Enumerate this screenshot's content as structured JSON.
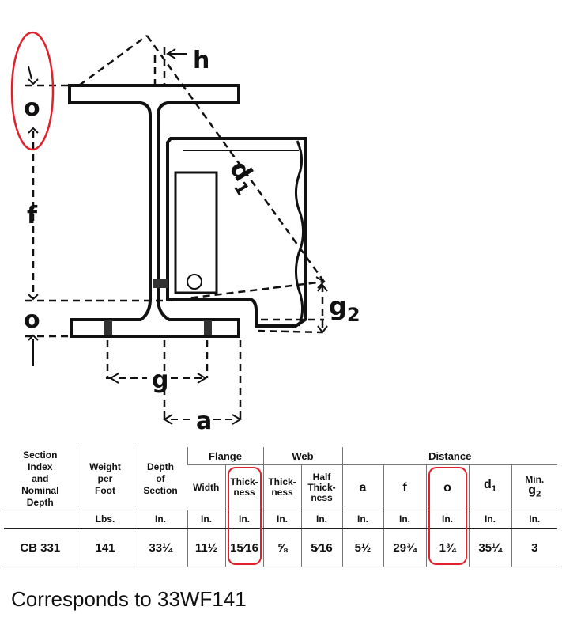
{
  "diagram": {
    "labels": {
      "h": "h",
      "o_top": "o",
      "f": "f",
      "o_bottom": "o",
      "d1": "d",
      "d1_sub": "1",
      "g2": "g",
      "g2_sub": "2",
      "g": "g",
      "a": "a"
    },
    "highlight_color": "#e0202a"
  },
  "table": {
    "group_headers": {
      "flange": "Flange",
      "web": "Web",
      "distance": "Distance"
    },
    "headers": {
      "section_index": [
        "Section",
        "Index",
        "and",
        "Nominal",
        "Depth"
      ],
      "weight": [
        "Weight",
        "per",
        "Foot"
      ],
      "depth": [
        "Depth",
        "of",
        "Section"
      ],
      "flange_width": "Width",
      "flange_thickness": [
        "Thick-",
        "ness"
      ],
      "web_thickness": [
        "Thick-",
        "ness"
      ],
      "web_half_thickness": [
        "Half",
        "Thick-",
        "ness"
      ],
      "a": "a",
      "f": "f",
      "o": "o",
      "d1": "d",
      "d1_sub": "1",
      "min_g2": "Min.",
      "min_g2_label": "g",
      "min_g2_sub": "2"
    },
    "units": {
      "weight": "Lbs.",
      "depth": "In.",
      "flange_width": "In.",
      "flange_thickness": "In.",
      "web_thickness": "In.",
      "web_half_thickness": "In.",
      "a": "In.",
      "f": "In.",
      "o": "In.",
      "d1": "In.",
      "min_g2": "In."
    },
    "row": {
      "section": "CB 331",
      "weight": "141",
      "depth": "33¼",
      "flange_width": "11½",
      "flange_thickness": "15⁄16",
      "web_thickness": "⅝",
      "web_half_thickness": "5⁄16",
      "a": "5½",
      "f": "29¾",
      "o": "1¾",
      "d1": "35¼",
      "min_g2": "3"
    }
  },
  "caption": "Corresponds to 33WF141"
}
